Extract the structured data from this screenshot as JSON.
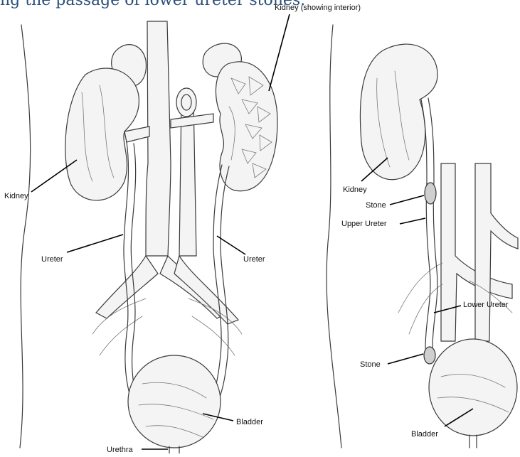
{
  "caption": "ng the passage of lower ureter stones.",
  "labels": {
    "kidney_interior": "Kidney  (showing interior)",
    "kidney_left": "Kidney",
    "ureter_left": "Ureter",
    "ureter_right": "Ureter",
    "bladder_main": "Bladder",
    "urethra": "Urethra",
    "kidney_side": "Kidney",
    "stone_upper": "Stone",
    "upper_ureter": "Upper Ureter",
    "lower_ureter": "Lower Ureter",
    "stone_lower": "Stone",
    "bladder_side": "Bladder"
  }
}
